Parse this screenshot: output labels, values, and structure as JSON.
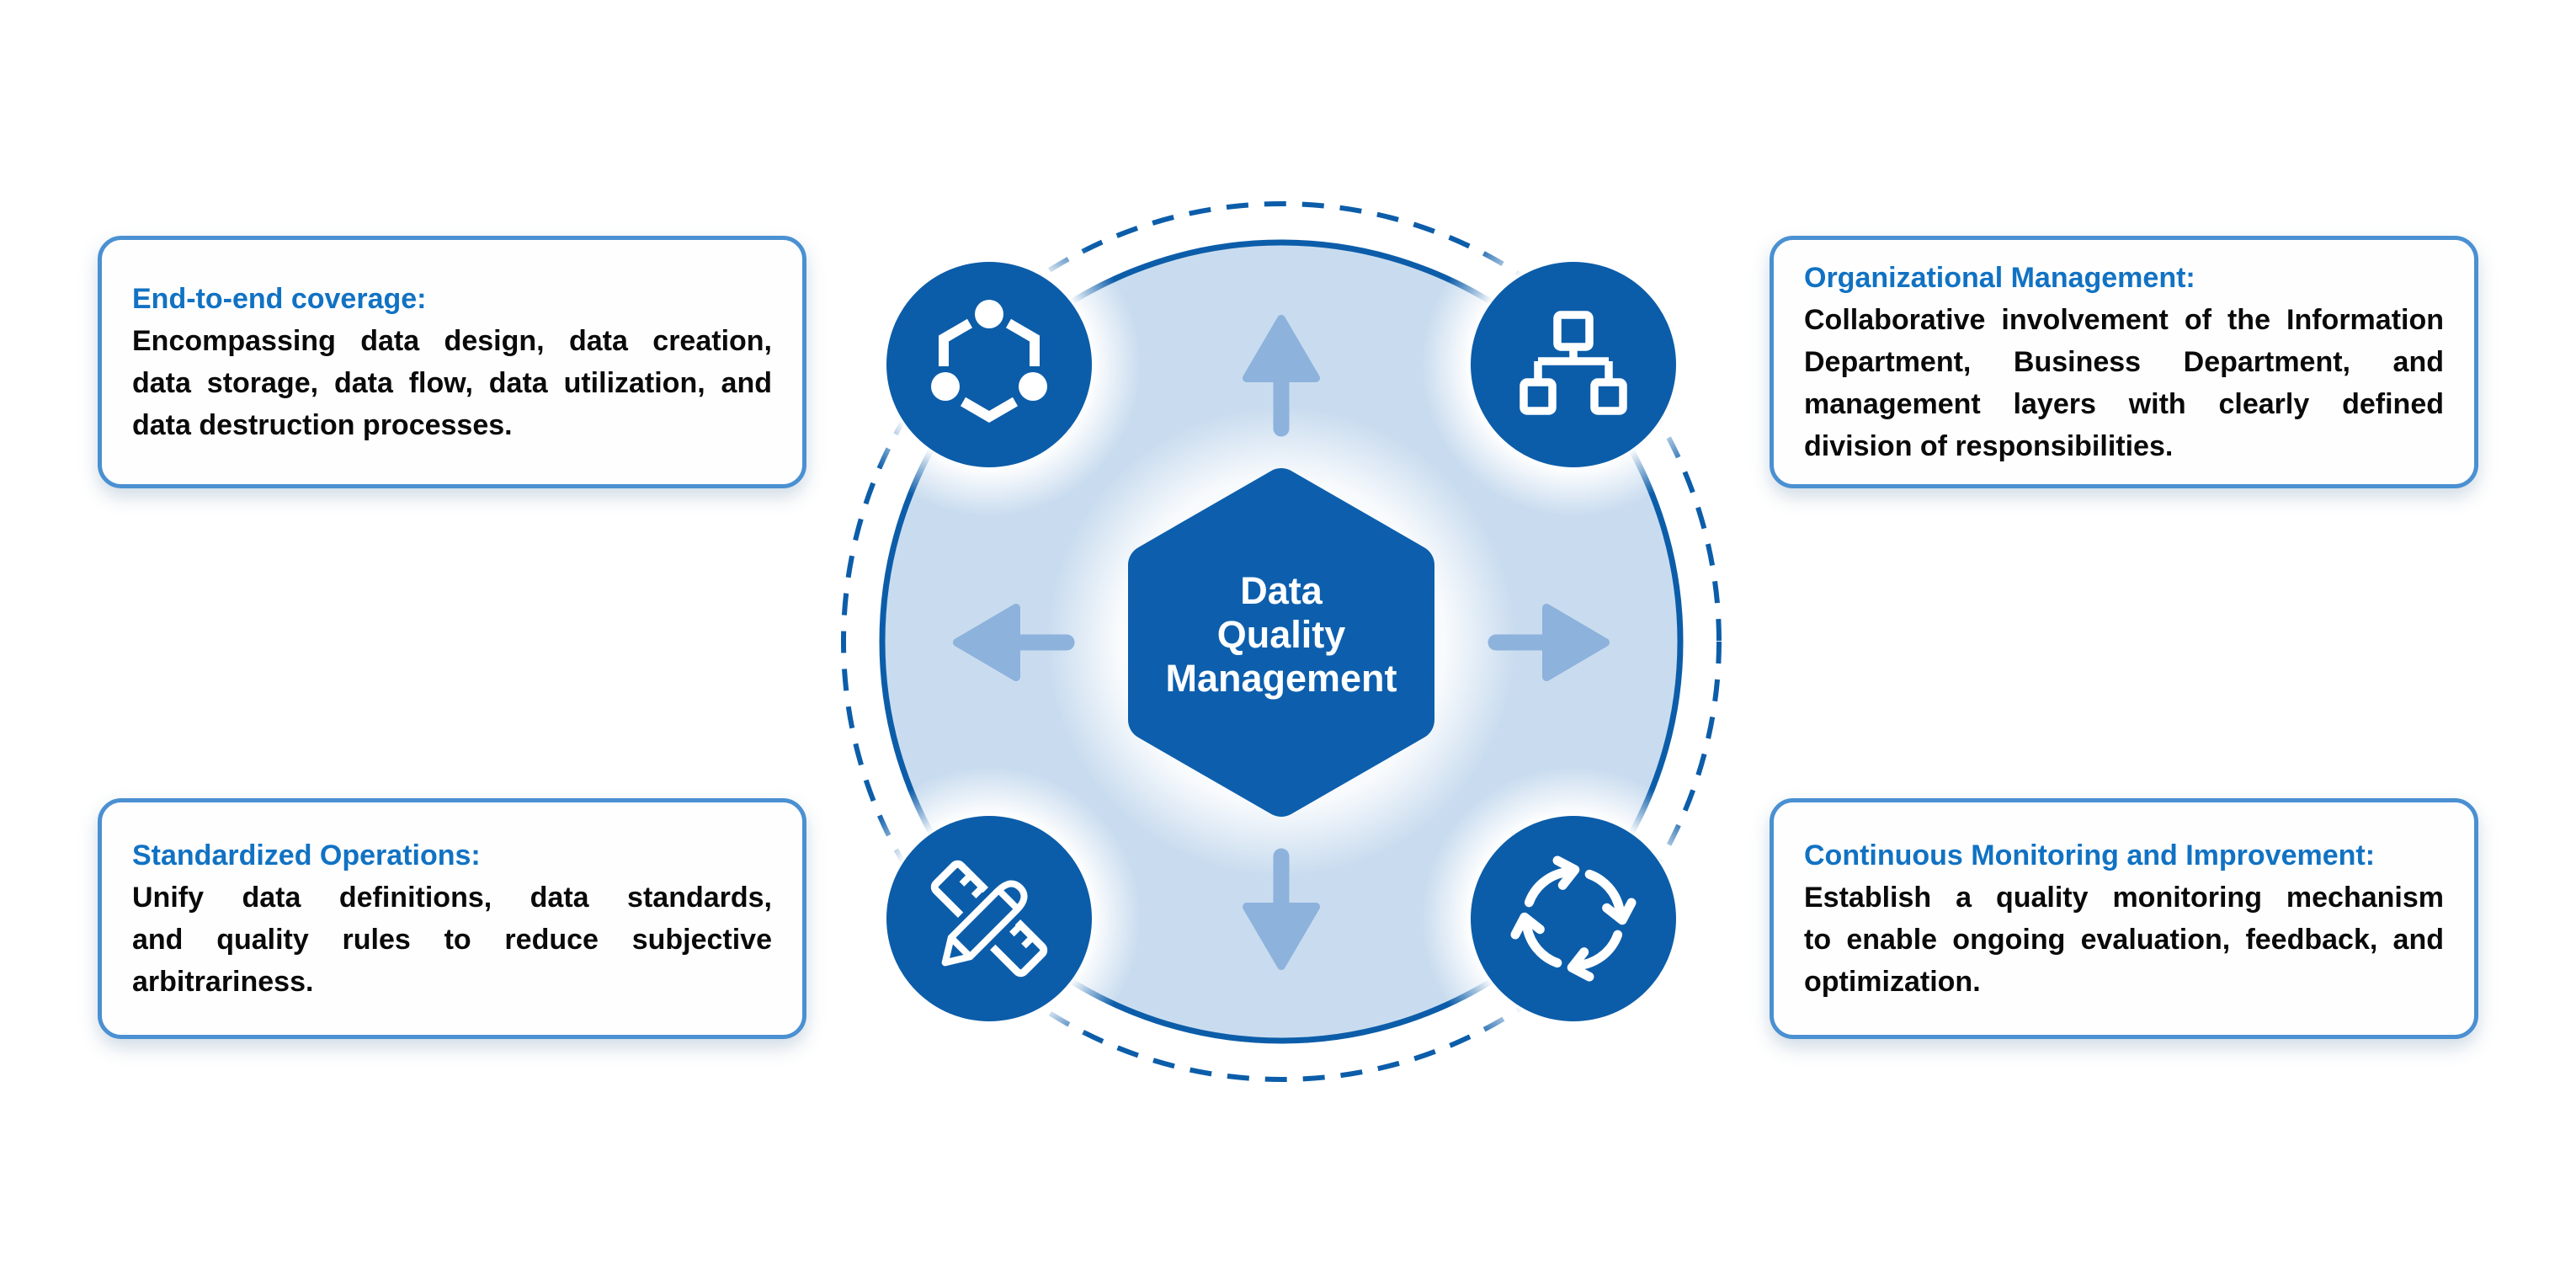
{
  "colors": {
    "primary_blue": "#0c5da9",
    "hexagon_blue": "#0d5fad",
    "inner_circle_fill": "#c9dcef",
    "arrow_blue": "#8db2dc",
    "card_border": "#4a90d2",
    "heading_blue": "#1172c3",
    "body_text": "#0a0a0a",
    "background": "#ffffff"
  },
  "center": {
    "label": "Data\nQuality\nManagement"
  },
  "cards": {
    "top_left": {
      "title": "End-to-end coverage:",
      "lines": [
        "Encompassing data design, data creation,",
        "data storage, data flow, data utilization, and",
        "data destruction processes."
      ]
    },
    "top_right": {
      "title": "Organizational Management:",
      "lines": [
        "Collaborative involvement of the Information",
        "Department, Business Department, and",
        "management layers with clearly defined",
        "division of responsibilities."
      ]
    },
    "bottom_left": {
      "title": "Standardized Operations:",
      "lines": [
        "Unify data definitions, data standards,",
        "and quality rules to reduce subjective",
        "arbitrariness."
      ]
    },
    "bottom_right": {
      "title": "Continuous Monitoring and Improvement:",
      "lines": [
        "Establish a quality monitoring mechanism",
        "to enable ongoing evaluation, feedback, and",
        "optimization."
      ]
    }
  },
  "icons": [
    "network-nodes-icon",
    "org-chart-icon",
    "ruler-pencil-icon",
    "cycle-arrows-icon"
  ]
}
